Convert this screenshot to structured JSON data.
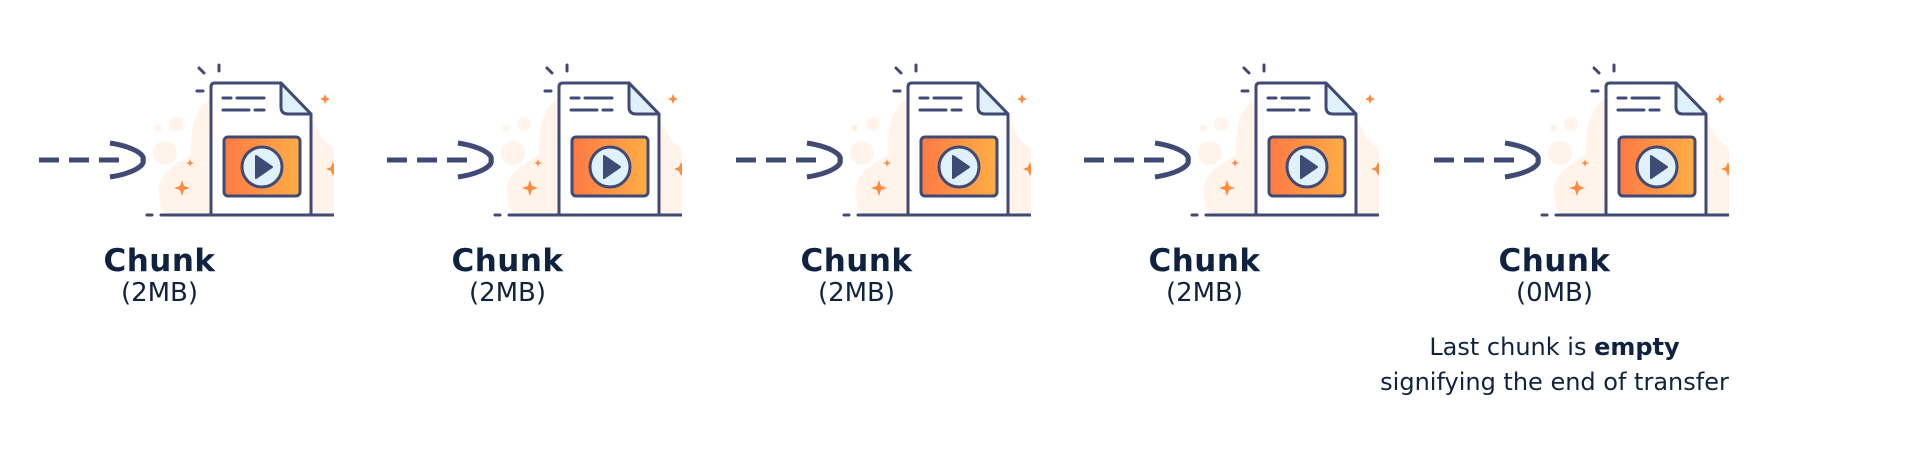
{
  "diagram": {
    "type": "chunked-transfer-sequence",
    "colors": {
      "stroke": "#3f4a75",
      "video_gradient_start": "#ff7a45",
      "video_gradient_end": "#ffad45",
      "play_circle_fill": "#e1f1fc",
      "fold_fill": "#e1f1fc",
      "blob": "#fff3ea",
      "sparkle": "#ff8a3c",
      "text": "#0f2340"
    },
    "chunks": [
      {
        "title": "Chunk",
        "size": "(2MB)",
        "icon": "video-file-icon"
      },
      {
        "title": "Chunk",
        "size": "(2MB)",
        "icon": "video-file-icon"
      },
      {
        "title": "Chunk",
        "size": "(2MB)",
        "icon": "video-file-icon"
      },
      {
        "title": "Chunk",
        "size": "(2MB)",
        "icon": "video-file-icon"
      },
      {
        "title": "Chunk",
        "size": "(0MB)",
        "icon": "video-file-icon"
      }
    ],
    "note": {
      "line1_prefix": "Last chunk is ",
      "line1_bold": "empty",
      "line2": "signifying the end of transfer"
    },
    "connector_icon": "dashed-arrow-icon"
  }
}
